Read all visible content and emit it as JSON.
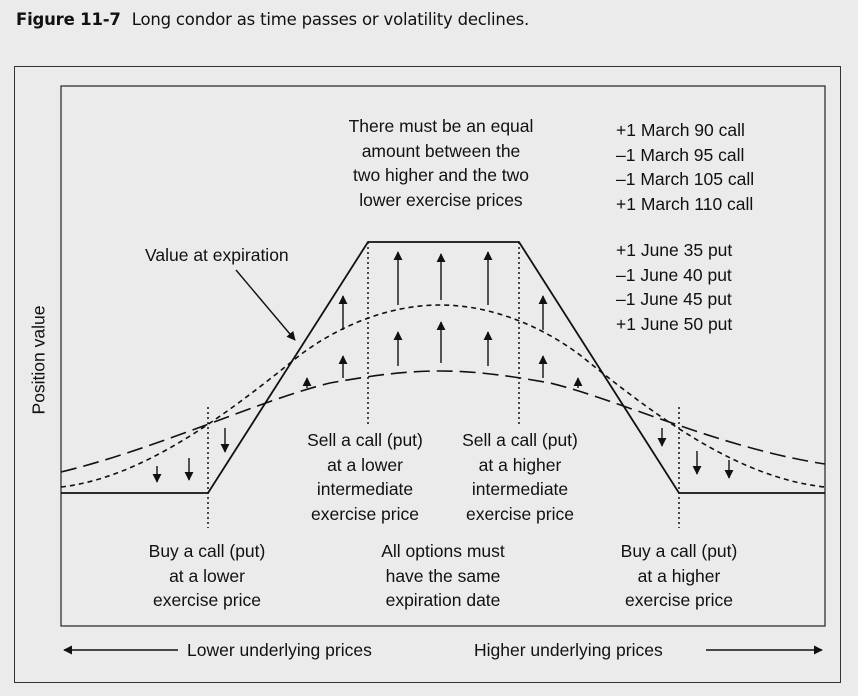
{
  "figure": {
    "number": "Figure 11-7",
    "caption": "Long condor as time passes or volatility declines."
  },
  "axis": {
    "y_label": "Position value",
    "x_left_label": "Lower underlying prices",
    "x_right_label": "Higher underlying prices"
  },
  "annotations": {
    "equal_amount": [
      "There must be an equal",
      "amount between the",
      "two higher and the two",
      "lower exercise prices"
    ],
    "value_at_expiration": "Value at expiration",
    "sell_lower": [
      "Sell a call (put)",
      "at a lower",
      "intermediate",
      "exercise price"
    ],
    "sell_higher": [
      "Sell a call (put)",
      "at a higher",
      "intermediate",
      "exercise price"
    ],
    "buy_lower": [
      "Buy a call (put)",
      "at a lower",
      "exercise price"
    ],
    "buy_higher": [
      "Buy a call (put)",
      "at a higher",
      "exercise price"
    ],
    "same_expiration": [
      "All options must",
      "have the same",
      "expiration date"
    ]
  },
  "positions": {
    "calls": [
      "+1 March 90 call",
      "–1 March 95 call",
      "–1 March 105 call",
      "+1 March 110 call"
    ],
    "puts": [
      "+1 June 35 put",
      "–1 June 40 put",
      "–1 June 45 put",
      "+1 June 50 put"
    ]
  },
  "colors": {
    "ink": "#111111",
    "background": "#ebebeb"
  }
}
